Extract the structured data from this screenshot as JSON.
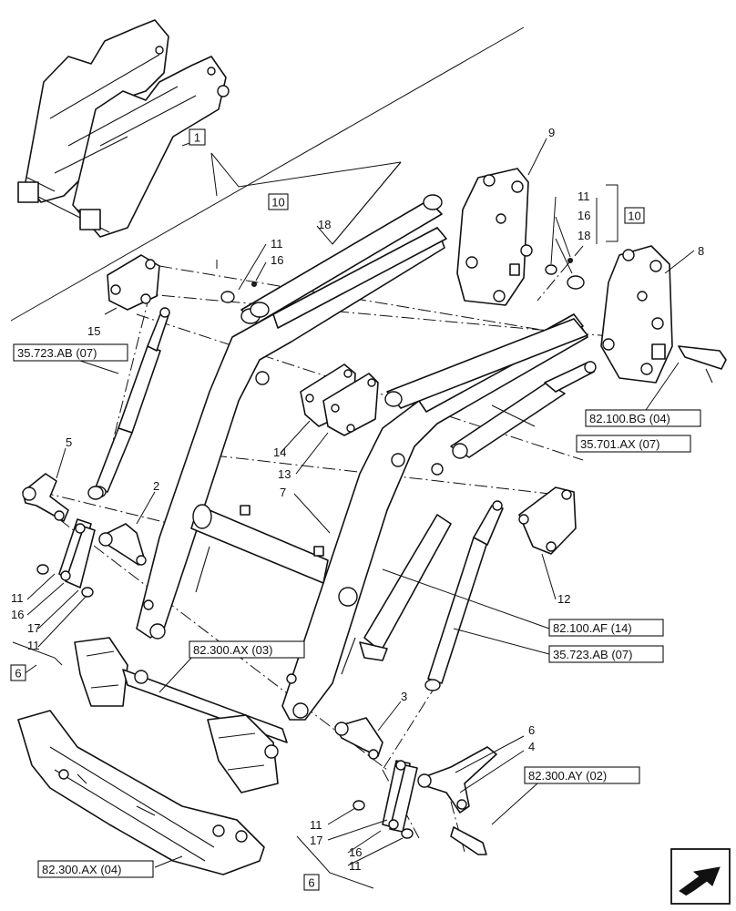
{
  "callouts": {
    "c1": "1",
    "c2": "2",
    "c3": "3",
    "c4": "4",
    "c5": "5",
    "c6": "6",
    "c7": "7",
    "c8": "8",
    "c9": "9",
    "c10": "10",
    "c11": "11",
    "c12": "12",
    "c13": "13",
    "c14": "14",
    "c15": "15",
    "c16": "16",
    "c17": "17",
    "c18": "18"
  },
  "refs": {
    "r_35723ab_top": "35.723.AB (07)",
    "r_82100bg": "82.100.BG (04)",
    "r_35701ax": "35.701.AX (07)",
    "r_82100af": "82.100.AF (14)",
    "r_35723ab_bot": "35.723.AB (07)",
    "r_82300ax03": "82.300.AX (03)",
    "r_82300ay": "82.300.AY (02)",
    "r_82300ax04": "82.300.AX (04)"
  },
  "nav_icon": "next-page-arrow-icon"
}
